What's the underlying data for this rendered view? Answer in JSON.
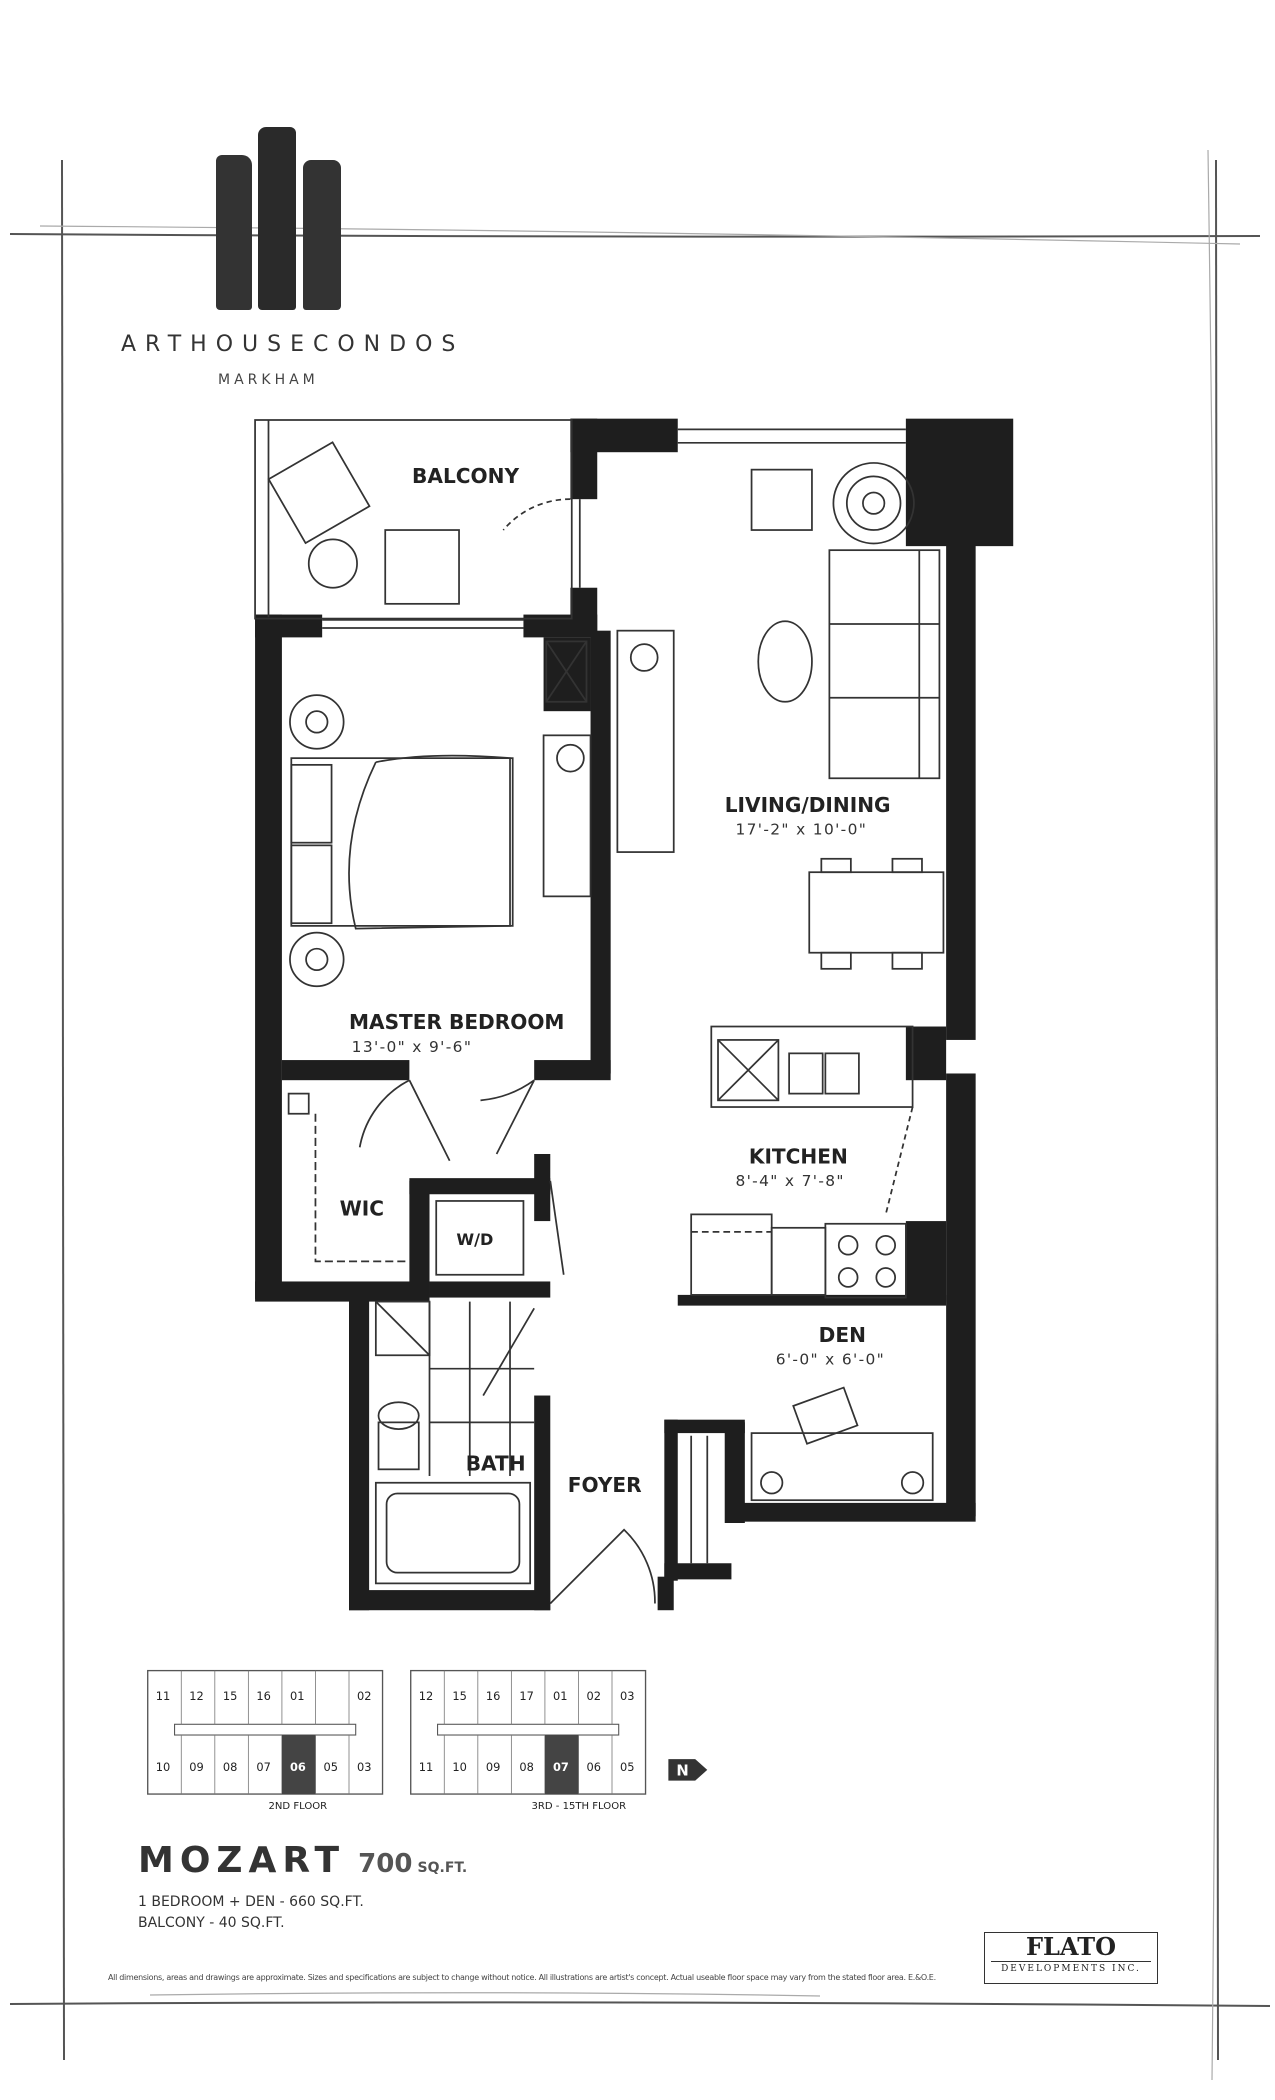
{
  "brand": {
    "name": "ARTHOUSECONDOS",
    "city": "MARKHAM"
  },
  "rooms": {
    "balcony": "BALCONY",
    "living": {
      "name": "LIVING/DINING",
      "dims": "17'-2\" x 10'-0\""
    },
    "bedroom": {
      "name": "MASTER BEDROOM",
      "dims": "13'-0\" x 9'-6\""
    },
    "kitchen": {
      "name": "KITCHEN",
      "dims": "8'-4\" x 7'-8\""
    },
    "den": {
      "name": "DEN",
      "dims": "6'-0\" x 6'-0\""
    },
    "wic": "WIC",
    "wd": "W/D",
    "bath": "BATH",
    "foyer": "FOYER"
  },
  "keyplans": [
    {
      "caption": "2ND FLOOR",
      "top": [
        "11",
        "12",
        "15",
        "16",
        "01",
        "",
        "02"
      ],
      "bottom": [
        "10",
        "09",
        "08",
        "07",
        "06",
        "05",
        "03"
      ],
      "highlight": "06"
    },
    {
      "caption": "3RD - 15TH FLOOR",
      "top": [
        "12",
        "15",
        "16",
        "17",
        "01",
        "02",
        "03"
      ],
      "bottom": [
        "11",
        "10",
        "09",
        "08",
        "07",
        "06",
        "05"
      ],
      "highlight": "07"
    }
  ],
  "north": "N",
  "unit": {
    "name": "MOZART",
    "area": "700",
    "area_unit": "SQ.FT.",
    "line1": "1 BEDROOM + DEN - 660 SQ.FT.",
    "line2": "BALCONY - 40 SQ.FT."
  },
  "disclaimer": "All dimensions, areas and drawings are approximate. Sizes and specifications are subject to change without notice. All illustrations are artist's concept. Actual useable floor space may vary from the stated floor area. E.&O.E.",
  "developer": {
    "name": "FLATO",
    "sub": "DEVELOPMENTS INC."
  }
}
